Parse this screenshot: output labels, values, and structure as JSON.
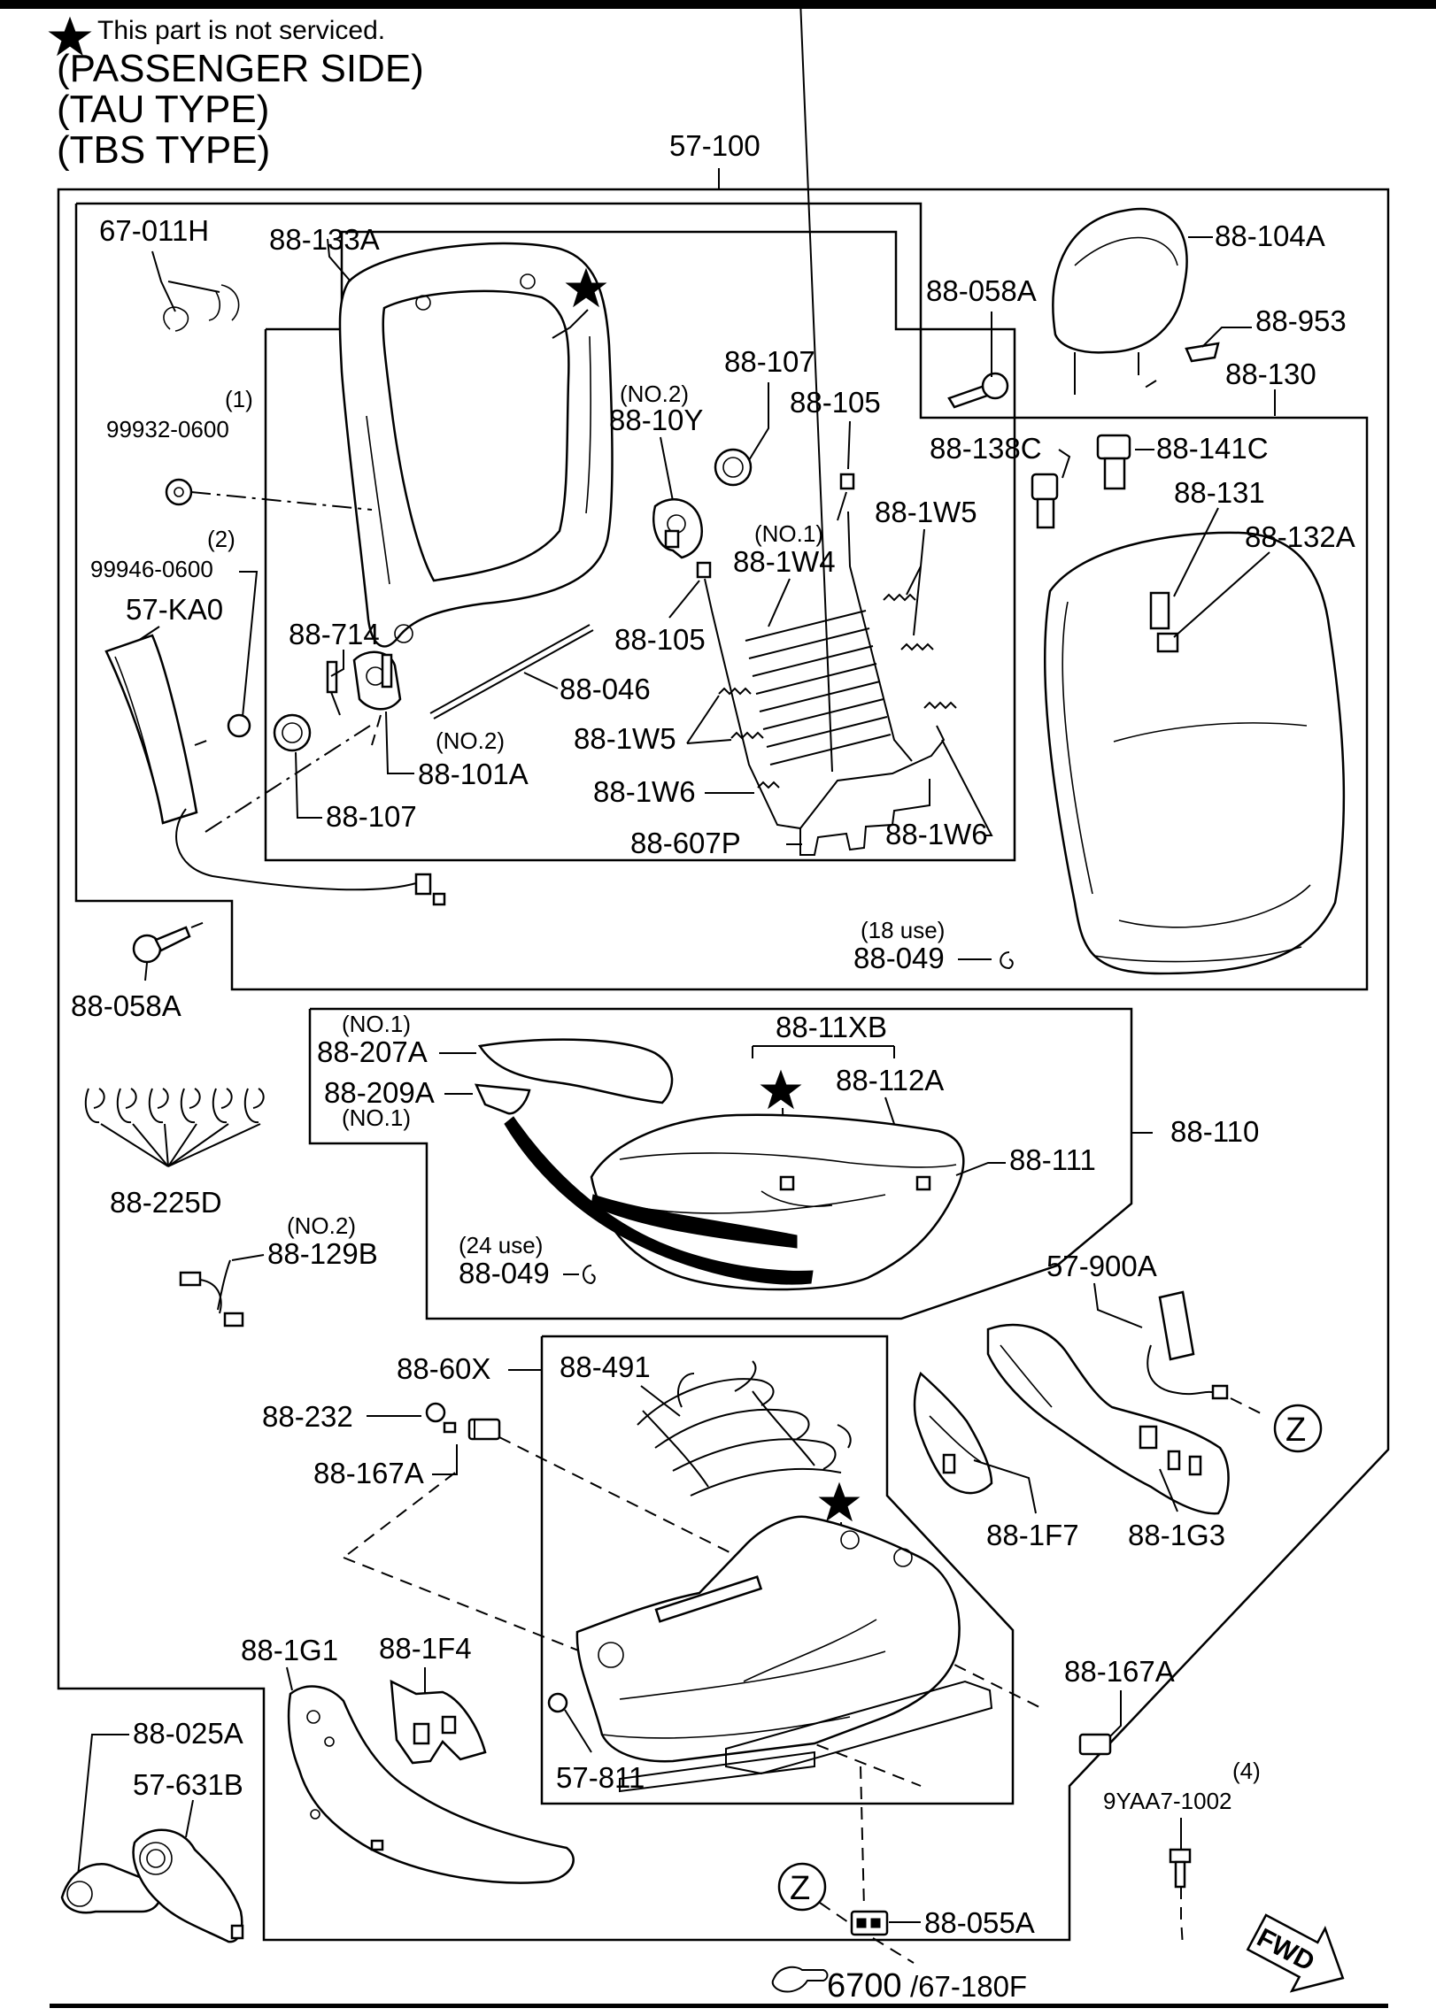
{
  "header": {
    "note": "This part is not serviced.",
    "lines": [
      "(PASSENGER SIDE)",
      "(TAU TYPE)",
      "(TBS TYPE)"
    ]
  },
  "labels": {
    "p57_100": "57-100",
    "p67_011H": "67-011H",
    "p88_133A": "88-133A",
    "p88_104A": "88-104A",
    "p88_058A_top": "88-058A",
    "p88_953": "88-953",
    "p88_130": "88-130",
    "q1": "(1)",
    "p99932": "99932-0600",
    "q2": "(2)",
    "p99946": "99946-0600",
    "p57_KA0": "57-KA0",
    "no2_a": "(NO.2)",
    "p88_10Y": "88-10Y",
    "p88_107_top": "88-107",
    "p88_105_top": "88-105",
    "p88_138C": "88-138C",
    "p88_141C": "88-141C",
    "p88_131": "88-131",
    "p88_132A": "88-132A",
    "p88_1W5_top": "88-1W5",
    "no1_a": "(NO.1)",
    "p88_1W4": "88-1W4",
    "p88_105_mid": "88-105",
    "p88_714": "88-714",
    "p88_046": "88-046",
    "no2_b": "(NO.2)",
    "p88_101A": "88-101A",
    "p88_1W5_mid": "88-1W5",
    "p88_1W6_mid": "88-1W6",
    "p88_107_bot": "88-107",
    "p88_607P": "88-607P",
    "p88_1W6_right": "88-1W6",
    "use18": "(18 use)",
    "p88_049_top": "88-049",
    "p88_058A_bot": "88-058A",
    "no1_b": "(NO.1)",
    "p88_207A": "88-207A",
    "p88_11XB": "88-11XB",
    "p88_209A": "88-209A",
    "p88_112A": "88-112A",
    "no1_c": "(NO.1)",
    "p88_110": "88-110",
    "p88_111": "88-111",
    "p88_225D": "88-225D",
    "no2_c": "(NO.2)",
    "p88_129B": "88-129B",
    "use24": "(24 use)",
    "p88_049_bot": "88-049",
    "p57_900A": "57-900A",
    "p88_60X": "88-60X",
    "p88_491": "88-491",
    "p88_232": "88-232",
    "p88_167A_top": "88-167A",
    "zone_z": "Z",
    "p88_1F7": "88-1F7",
    "p88_1G3": "88-1G3",
    "p88_1G1": "88-1G1",
    "p88_1F4": "88-1F4",
    "p88_167A_bot": "88-167A",
    "p88_025A": "88-025A",
    "p57_631B": "57-631B",
    "p57_811": "57-811",
    "q4": "(4)",
    "p9YAA7": "9YAA7-1002",
    "p88_055A": "88-055A",
    "ref_main": "6700",
    "ref_sub": "/67-180F",
    "fwd": "FWD"
  }
}
